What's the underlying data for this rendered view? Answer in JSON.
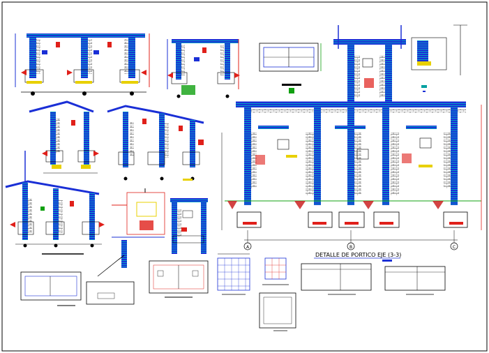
{
  "drawing": {
    "main_title": "DETALLE DE PORTICO EJE (3-3)",
    "axis_labels": [
      "A",
      "B",
      "C"
    ],
    "colors": {
      "frame": "#1a2fd6",
      "rebar": "#e0201a",
      "hatch": "#c81414",
      "stirrup": "#00a0a0",
      "green": "#10a010",
      "yellow": "#e8d000",
      "magenta": "#e020e0",
      "black": "#000000"
    }
  }
}
